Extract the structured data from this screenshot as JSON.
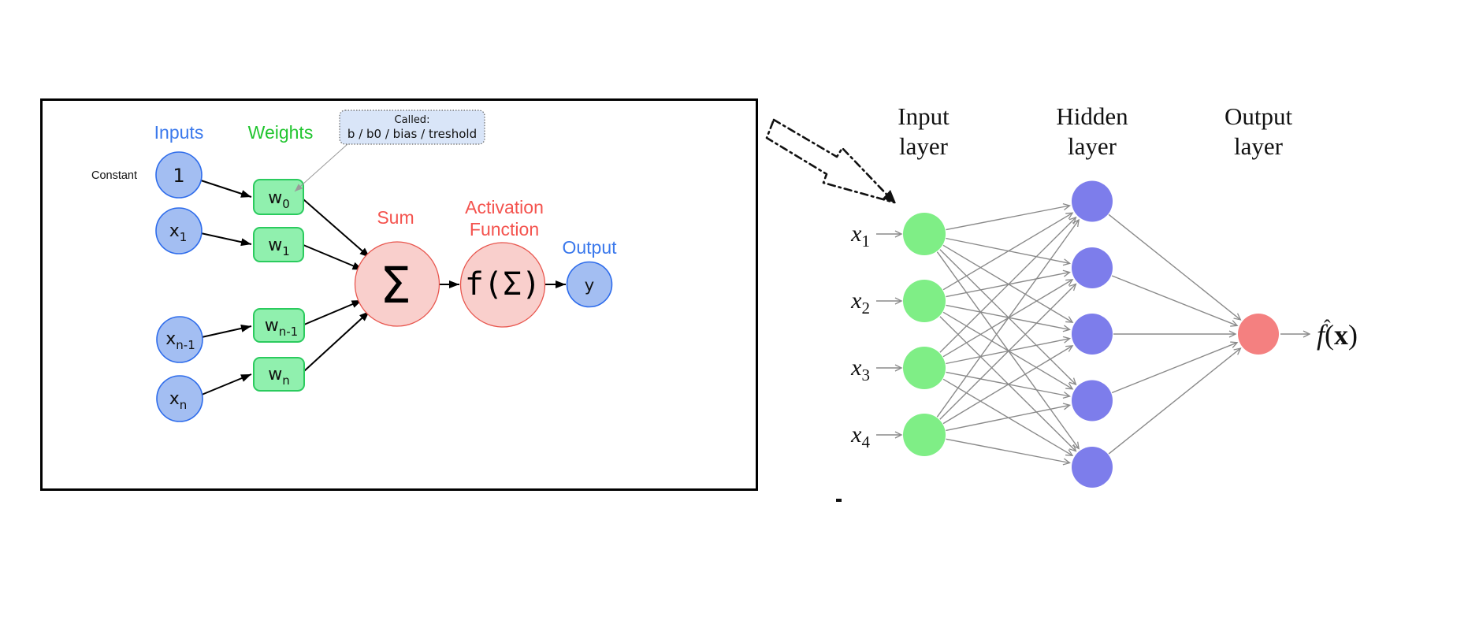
{
  "perceptron": {
    "section_labels": {
      "inputs": "Inputs",
      "weights": "Weights",
      "constant": "Constant",
      "sum": "Sum",
      "activation_line1": "Activation",
      "activation_line2": "Function",
      "output": "Output"
    },
    "tooltip": {
      "title": "Called:",
      "text": "b / b0 / bias / treshold"
    },
    "input_nodes": [
      {
        "main": "1",
        "sub": ""
      },
      {
        "main": "x",
        "sub": "1"
      },
      {
        "main": "x",
        "sub": "n-1"
      },
      {
        "main": "x",
        "sub": "n"
      }
    ],
    "weight_boxes": [
      {
        "main": "w",
        "sub": "0"
      },
      {
        "main": "w",
        "sub": "1"
      },
      {
        "main": "w",
        "sub": "n-1"
      },
      {
        "main": "w",
        "sub": "n"
      }
    ],
    "sum_symbol": "Σ",
    "activation_symbol": "f(Σ)",
    "output_symbol": "y",
    "colors": {
      "input_fill": "#a3bef2",
      "input_stroke": "#2e6ceb",
      "weight_fill": "#90f0ae",
      "weight_stroke": "#2bcb5e",
      "op_fill": "#f9cfcc",
      "op_stroke": "#e8564e",
      "label_blue": "#3a78ec",
      "label_green": "#21c52f",
      "label_red": "#f4534e",
      "tooltip_fill": "#d9e5f8",
      "arrow_black": "#000000"
    }
  },
  "network": {
    "layers": [
      {
        "label_line1": "Input",
        "label_line2": "layer",
        "count": 4,
        "color": "#7fee86"
      },
      {
        "label_line1": "Hidden",
        "label_line2": "layer",
        "count": 5,
        "color": "#7d7deb"
      },
      {
        "label_line1": "Output",
        "label_line2": "layer",
        "count": 1,
        "color": "#f48080"
      }
    ],
    "input_labels": [
      {
        "main": "x",
        "sub": "1"
      },
      {
        "main": "x",
        "sub": "2"
      },
      {
        "main": "x",
        "sub": "3"
      },
      {
        "main": "x",
        "sub": "4"
      }
    ],
    "output_label": {
      "hat": "ˆ",
      "f": "f",
      "open": "(",
      "x": "x",
      "close": ")"
    },
    "arrow_color": "#8a8a8a",
    "text_color": "#111111"
  }
}
